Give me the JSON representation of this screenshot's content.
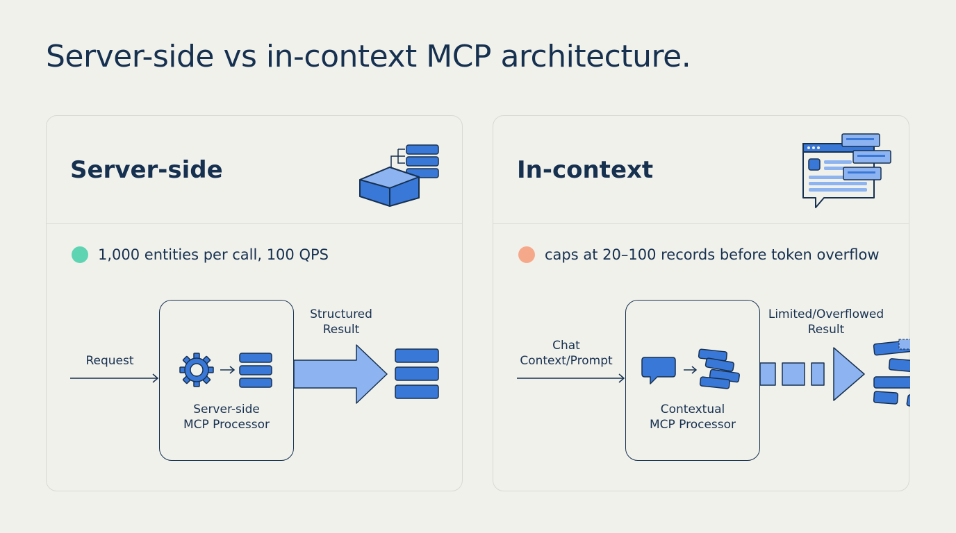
{
  "title": "Server-side vs in-context MCP architecture.",
  "colors": {
    "navy": "#16304f",
    "blue": "#3a78d8",
    "light_blue": "#8db4f0",
    "teal": "#5ed4b3",
    "peach": "#f6a98a"
  },
  "server_side": {
    "heading": "Server-side",
    "icon": "database-cube-icon",
    "stat": "1,000 entities per call, 100 QPS",
    "input_label": "Request",
    "processor_label_line1": "Server-side",
    "processor_label_line2": "MCP Processor",
    "output_label_line1": "Structured",
    "output_label_line2": "Result"
  },
  "in_context": {
    "heading": "In-context",
    "icon": "chat-window-icon",
    "stat": "caps at 20–100 records before token overflow",
    "input_label_line1": "Chat",
    "input_label_line2": "Context/Prompt",
    "processor_label_line1": "Contextual",
    "processor_label_line2": "MCP Processor",
    "output_label_line1": "Limited/Overflowed",
    "output_label_line2": "Result"
  }
}
